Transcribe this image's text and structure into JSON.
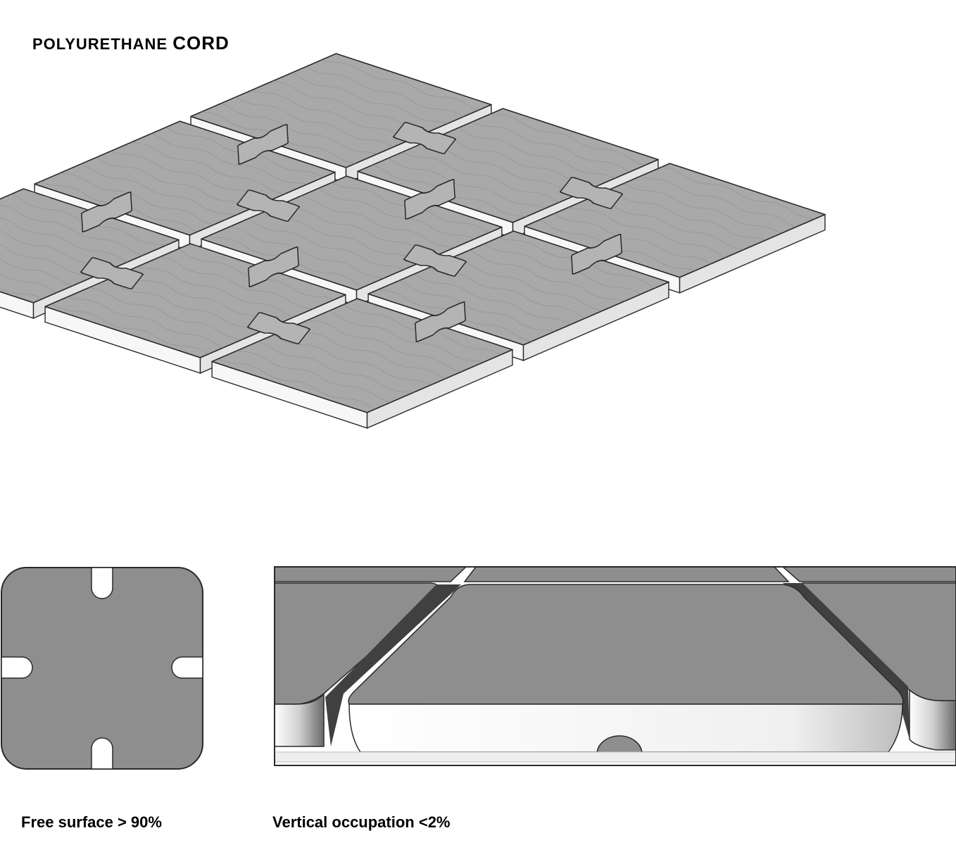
{
  "title": {
    "part1": "POLYURETHANE",
    "part2": "CORD"
  },
  "captions": {
    "free_surface": "Free surface > 90%",
    "vertical_occupation": "Vertical occupation <2%"
  },
  "colors": {
    "tile_top": "#a9a9a9",
    "tile_side": "#f4f4f4",
    "outline": "#2a2a2a",
    "detail_gray": "#8e8e8e"
  }
}
